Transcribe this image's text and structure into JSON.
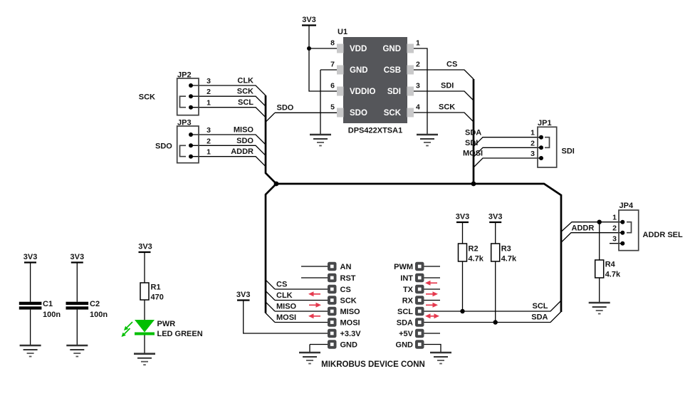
{
  "power_label": "3V3",
  "colors": {
    "wire": "#000000",
    "chip_body": "#55565a",
    "chip_pad": "#c8c8c9",
    "header_pin": "#47484a",
    "arrow_red": "#e5394e",
    "led_green": "#00bf00",
    "text": "#141414"
  },
  "u1": {
    "ref": "U1",
    "part": "DPS422XTSA1",
    "pins_left": [
      {
        "n": "8",
        "name": "VDD"
      },
      {
        "n": "7",
        "name": "GND"
      },
      {
        "n": "6",
        "name": "VDDIO"
      },
      {
        "n": "5",
        "name": "SDO"
      }
    ],
    "pins_right": [
      {
        "n": "1",
        "name": "GND"
      },
      {
        "n": "2",
        "name": "CSB"
      },
      {
        "n": "3",
        "name": "SDI"
      },
      {
        "n": "4",
        "name": "SCK"
      }
    ],
    "net_labels_right": [
      "CS",
      "SDI",
      "SCK"
    ],
    "net_label_sdo": "SDO"
  },
  "jp2": {
    "ref": "JP2",
    "function": "SCK",
    "pin_numbers": [
      "3",
      "2",
      "1"
    ],
    "net_labels": [
      "CLK",
      "SCK",
      "SCL"
    ]
  },
  "jp3": {
    "ref": "JP3",
    "function": "SDO",
    "pin_numbers": [
      "3",
      "2",
      "1"
    ],
    "net_labels": [
      "MISO",
      "SDO",
      "ADDR"
    ]
  },
  "jp1": {
    "ref": "JP1",
    "function": "SDI",
    "pin_numbers": [
      "1",
      "2",
      "3"
    ],
    "net_labels": [
      "SDA",
      "SDI",
      "MOSI"
    ]
  },
  "jp4": {
    "ref": "JP4",
    "function": "ADDR SEL",
    "pin_numbers": [
      "1",
      "2",
      "3"
    ],
    "net_label": "ADDR"
  },
  "resistors": {
    "r1": {
      "ref": "R1",
      "value": "470"
    },
    "r2": {
      "ref": "R2",
      "value": "4.7k"
    },
    "r3": {
      "ref": "R3",
      "value": "4.7k"
    },
    "r4": {
      "ref": "R4",
      "value": "4.7k"
    }
  },
  "capacitors": {
    "c1": {
      "ref": "C1",
      "value": "100n"
    },
    "c2": {
      "ref": "C2",
      "value": "100n"
    }
  },
  "led": {
    "ref": "PWR",
    "type": "LED GREEN"
  },
  "mikrobus": {
    "title": "MIKROBUS DEVICE CONN",
    "left_pins": [
      "AN",
      "RST",
      "CS",
      "SCK",
      "MISO",
      "MOSI",
      "+3.3V",
      "GND"
    ],
    "right_pins": [
      "PWM",
      "INT",
      "TX",
      "RX",
      "SCL",
      "SDA",
      "+5V",
      "GND"
    ],
    "left_net_labels": [
      "CS",
      "CLK",
      "MISO",
      "MOSI"
    ],
    "right_net_labels": [
      "SCL",
      "SDA"
    ]
  }
}
